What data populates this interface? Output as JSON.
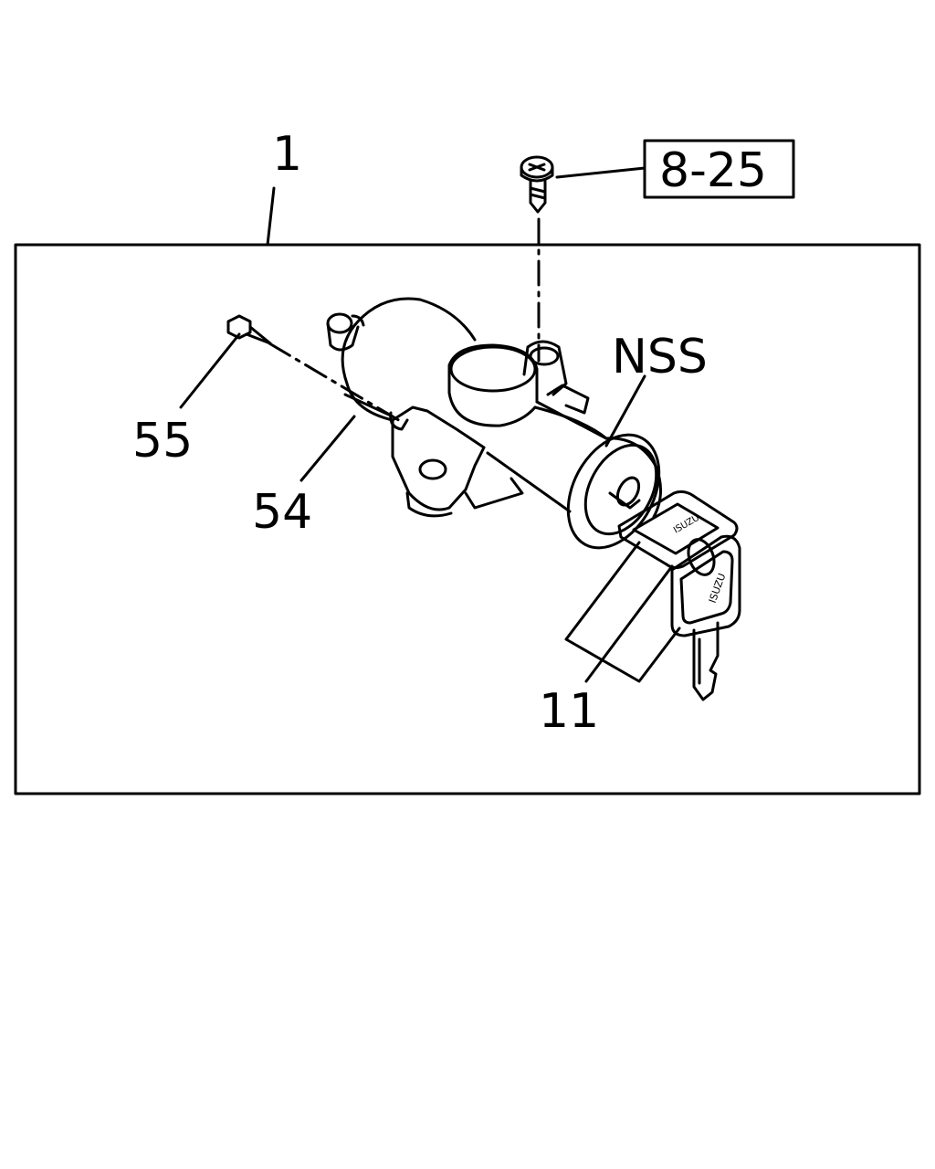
{
  "labels": {
    "assembly": "1",
    "ref_box": "8-25",
    "nss": "NSS",
    "screw": "55",
    "body": "54",
    "keys": "11"
  },
  "key_tags": {
    "tag_front": "ISUZU",
    "tag_back": "ISUZU"
  },
  "colors": {
    "line": "#000000",
    "background": "#ffffff"
  }
}
